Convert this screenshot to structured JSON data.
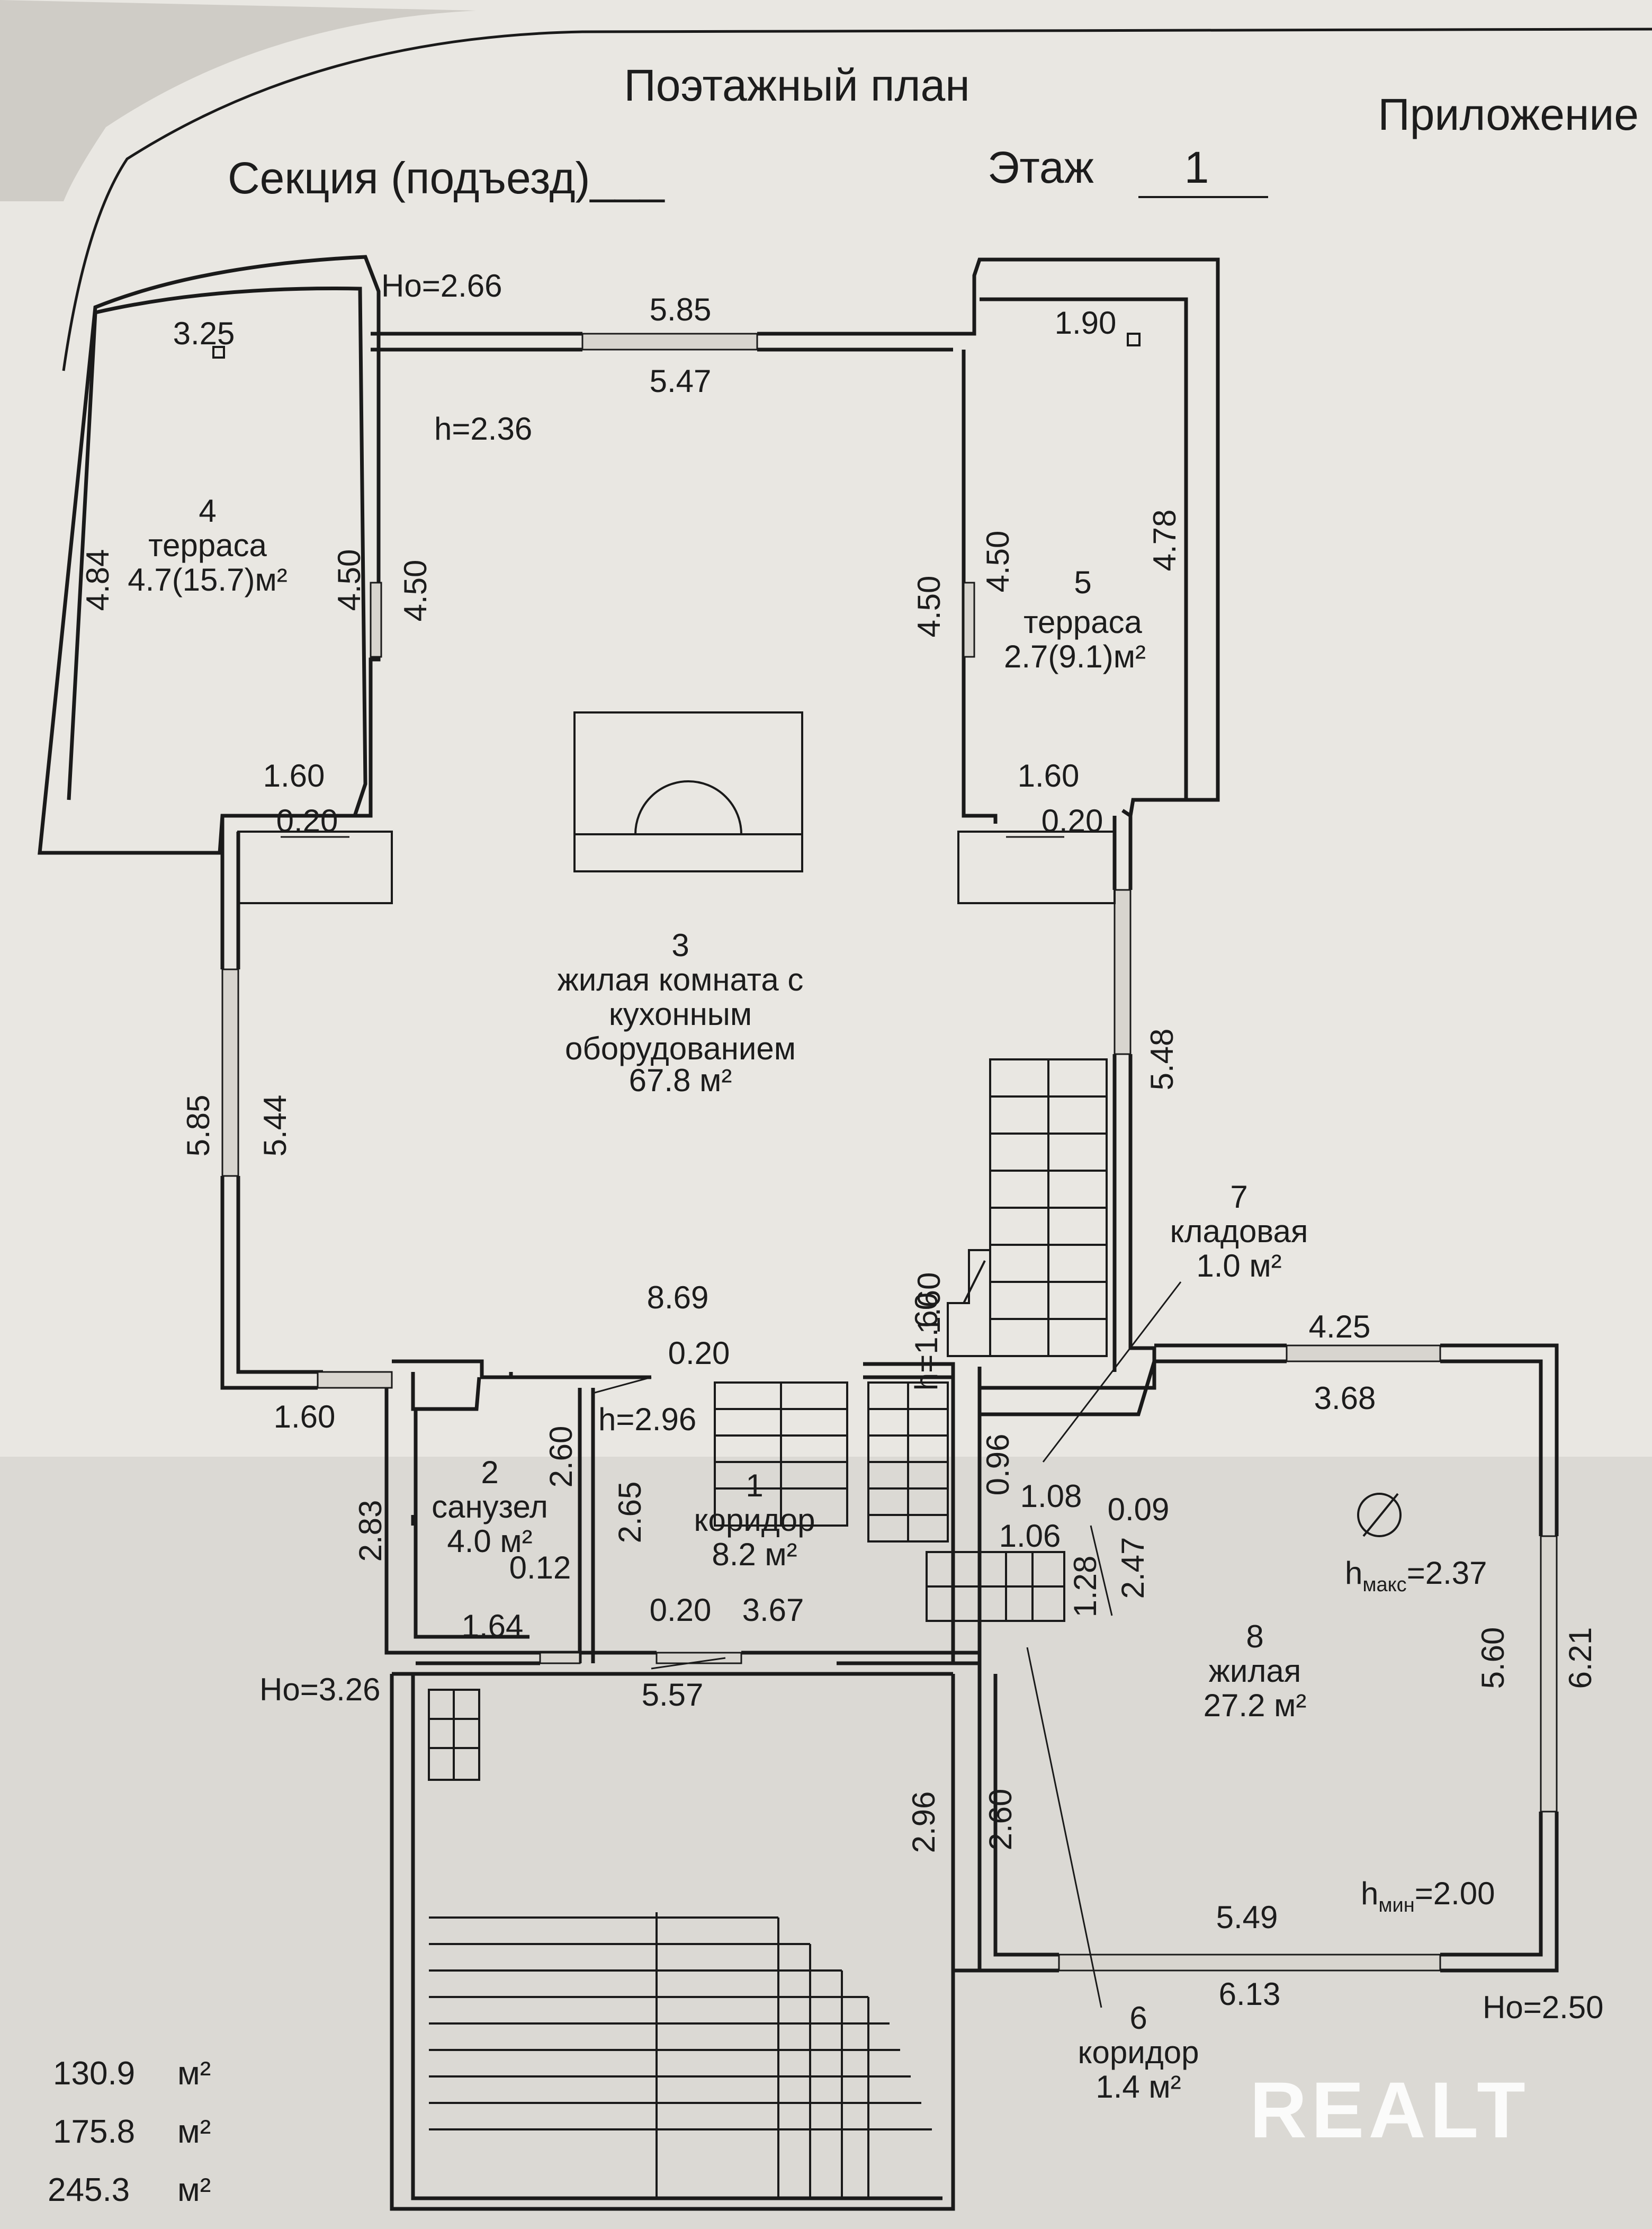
{
  "header": {
    "title": "Поэтажный план",
    "appendix": "Приложение",
    "section": "Секция (подъезд)___",
    "floor_label": "Этаж",
    "floor_value": "1"
  },
  "rooms": [
    {
      "num": "1",
      "name": "коридор",
      "area": "8.2 м²"
    },
    {
      "num": "2",
      "name": "санузел",
      "area": "4.0 м²"
    },
    {
      "num": "3",
      "name_lines": [
        "жилая комната с",
        "кухонным",
        "оборудованием"
      ],
      "area": "67.8 м²"
    },
    {
      "num": "4",
      "name": "терраса",
      "area": "4.7(15.7)м²"
    },
    {
      "num": "5",
      "name": "терраса",
      "area": "2.7(9.1)м²"
    },
    {
      "num": "6",
      "name": "коридор",
      "area": "1.4 м²"
    },
    {
      "num": "7",
      "name": "кладовая",
      "area": "1.0 м²"
    },
    {
      "num": "8",
      "name": "жилая",
      "area": "27.2 м²"
    }
  ],
  "heights": {
    "ho_top": "Ho=2.66",
    "h_main": "h=2.36",
    "h_corridor": "h=2.96",
    "h_stair": "h=1.60",
    "ho_left": "Ho=3.26",
    "ho_right": "Ho=2.50",
    "h_max_base": "h",
    "h_max_sub": "макс",
    "h_max_val": "=2.37",
    "h_min_base": "h",
    "h_min_sub": "мин",
    "h_min_val": "=2.00"
  },
  "dimensions": {
    "d_585_top": "5.85",
    "d_547": "5.47",
    "d_325": "3.25",
    "d_190": "1.90",
    "d_484": "4.84",
    "d_450_a": "4.50",
    "d_450_b": "4.50",
    "d_450_c": "4.50",
    "d_450_d": "4.50",
    "d_478": "4.78",
    "d_160_a": "1.60",
    "d_020_a": "0.20",
    "d_160_b": "1.60",
    "d_020_b": "0.20",
    "d_585_left": "5.85",
    "d_544": "5.44",
    "d_548": "5.48",
    "d_869": "8.69",
    "d_020_c": "0.20",
    "d_160_c": "1.60",
    "d_160_stair": "1.60",
    "d_425": "4.25",
    "d_368": "3.68",
    "d_260_a": "2.60",
    "d_265": "2.65",
    "d_283": "2.83",
    "d_012": "0.12",
    "d_164": "1.64",
    "d_020_d": "0.20",
    "d_367": "3.67",
    "d_557": "5.57",
    "d_096": "0.96",
    "d_108": "1.08",
    "d_009": "0.09",
    "d_106": "1.06",
    "d_128": "1.28",
    "d_247": "2.47",
    "d_560": "5.60",
    "d_621": "6.21",
    "d_296": "2.96",
    "d_260_b": "2.60",
    "d_549": "5.49",
    "d_613": "6.13"
  },
  "totals": {
    "t1_val": "130.9",
    "t1_unit": "м²",
    "t2_val": "175.8",
    "t2_unit": "м²",
    "t3_val": "245.3",
    "t3_unit": "м²"
  },
  "watermark": "REALT"
}
